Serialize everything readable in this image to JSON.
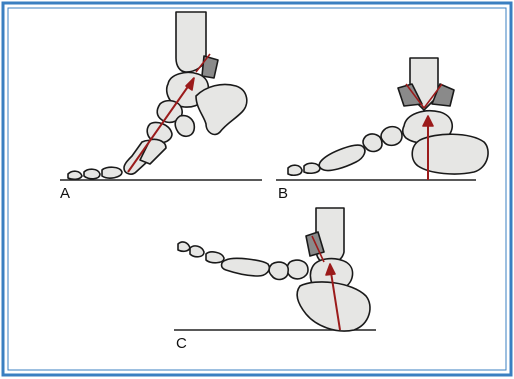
{
  "panels": [
    {
      "label": "A"
    },
    {
      "label": "B"
    },
    {
      "label": "C"
    }
  ],
  "colors": {
    "border": "#3a7fc1",
    "bone_fill": "#e6e6e4",
    "bone_stroke": "#1a1a1a",
    "fragment_fill": "#8a8a8a",
    "force_line": "#9b1b1b",
    "ground": "#222222"
  }
}
